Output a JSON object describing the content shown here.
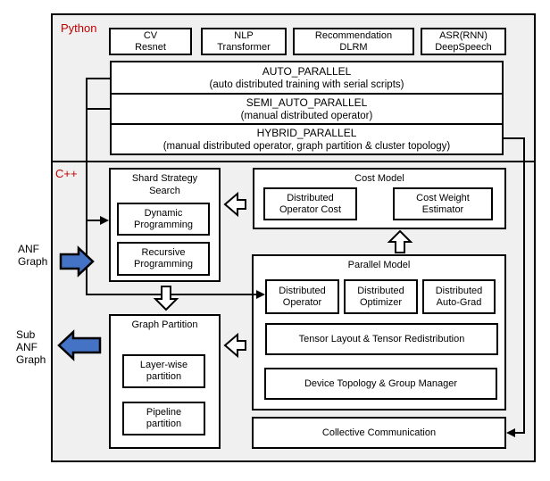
{
  "colors": {
    "red": "#C00000",
    "blue": "#4472C4",
    "panel_bg": "#F0F0F0"
  },
  "sections": {
    "python_label": "Python",
    "cpp_label": "C++"
  },
  "apps": [
    {
      "label": "CV\nResnet"
    },
    {
      "label": "NLP\nTransformer"
    },
    {
      "label": "Recommendation\nDLRM"
    },
    {
      "label": "ASR(RNN)\nDeepSpeech"
    }
  ],
  "modes": [
    {
      "title": "AUTO_PARALLEL",
      "subtitle": "(auto distributed training with serial scripts)"
    },
    {
      "title": "SEMI_AUTO_PARALLEL",
      "subtitle": "(manual distributed operator)"
    },
    {
      "title": "HYBRID_PARALLEL",
      "subtitle": "(manual distributed operator, graph partition & cluster topology)"
    }
  ],
  "shard_strategy_search": {
    "title": "Shard Strategy\nSearch",
    "items": [
      {
        "label": "Dynamic\nProgramming"
      },
      {
        "label": "Recursive\nProgramming"
      }
    ]
  },
  "cost_model": {
    "title": "Cost Model",
    "items": [
      {
        "label": "Distributed\nOperator Cost"
      },
      {
        "label": "Cost Weight\nEstimator"
      }
    ]
  },
  "parallel_model": {
    "title": "Parallel Model",
    "items": [
      {
        "label": "Distributed\nOperator"
      },
      {
        "label": "Distributed\nOptimizer"
      },
      {
        "label": "Distributed\nAuto-Grad"
      }
    ],
    "wide_items": [
      {
        "label": "Tensor Layout & Tensor Redistribution"
      },
      {
        "label": "Device Topology & Group Manager"
      }
    ]
  },
  "graph_partition": {
    "title": "Graph Partition",
    "items": [
      {
        "label": "Layer-wise\npartition"
      },
      {
        "label": "Pipeline\npartition"
      }
    ]
  },
  "collective_communication": {
    "label": "Collective Communication"
  },
  "io_labels": {
    "anf": "ANF\nGraph",
    "sub_anf": "Sub\nANF\nGraph"
  }
}
